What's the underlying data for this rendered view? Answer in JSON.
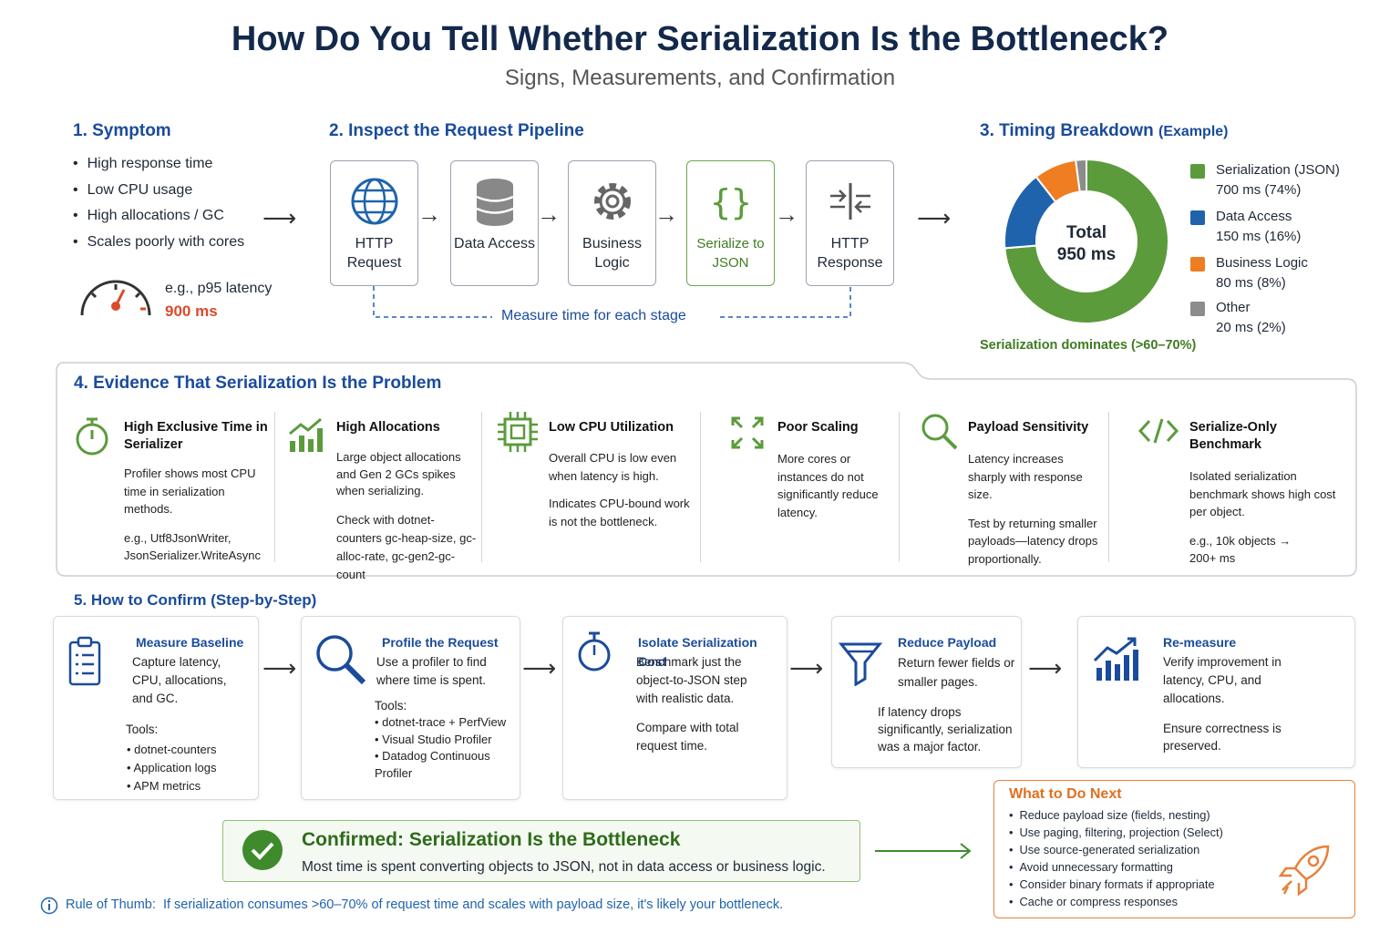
{
  "header": {
    "title": "How Do You Tell Whether Serialization Is the Bottleneck?",
    "subtitle": "Signs, Measurements, and Confirmation"
  },
  "symptom": {
    "heading": "1. Symptom",
    "items": [
      "High response time",
      "Low CPU usage",
      "High allocations / GC",
      "Scales poorly with cores"
    ],
    "latency_label": "e.g., p95 latency",
    "latency_value": "900 ms"
  },
  "pipeline": {
    "heading": "2. Inspect the Request Pipeline",
    "stages": [
      "HTTP Request",
      "Data Access",
      "Business Logic",
      "Serialize to JSON",
      "HTTP Response"
    ],
    "note": "Measure time for each stage"
  },
  "timing": {
    "heading": "3. Timing Breakdown",
    "heading_suffix": "(Example)",
    "total_label": "Total",
    "total_value": "950 ms",
    "footer": "Serialization dominates (>60–70%)",
    "items": [
      {
        "name": "Serialization (JSON)",
        "value": "700 ms (74%)",
        "color": "#5b9b3c"
      },
      {
        "name": "Data Access",
        "value": "150 ms (16%)",
        "color": "#1f63ad"
      },
      {
        "name": "Business Logic",
        "value": "80 ms (8%)",
        "color": "#ef7d22"
      },
      {
        "name": "Other",
        "value": "20 ms (2%)",
        "color": "#8c8c8c"
      }
    ]
  },
  "evidence": {
    "heading": "4. Evidence That Serialization Is the Problem",
    "items": [
      {
        "title": "High Exclusive Time in Serializer",
        "p1": "Profiler shows most CPU time in serialization methods.",
        "p2": "e.g., Utf8JsonWriter, JsonSerializer.WriteAsync"
      },
      {
        "title": "High Allocations",
        "p1": "Large object allocations and Gen 2 GCs spikes when serializing.",
        "p2": "Check with dotnet-counters gc-heap-size, gc-alloc-rate, gc-gen2-gc-count"
      },
      {
        "title": "Low CPU Utilization",
        "p1": "Overall CPU is low even when latency is high.",
        "p2": "Indicates CPU-bound work is not the bottleneck."
      },
      {
        "title": "Poor Scaling",
        "p1": "More cores or instances do not significantly reduce latency.",
        "p2": ""
      },
      {
        "title": "Payload Sensitivity",
        "p1": "Latency increases sharply with response size.",
        "p2": "Test by returning smaller payloads—latency drops proportionally."
      },
      {
        "title": "Serialize-Only Benchmark",
        "p1": "Isolated serialization benchmark shows high cost per object.",
        "p2": "e.g., 10k objects → 200+ ms"
      }
    ]
  },
  "confirm": {
    "heading": "5. How to Confirm (Step-by-Step)",
    "steps": [
      {
        "title": "Measure Baseline",
        "p1": "Capture latency, CPU, allocations, and GC.",
        "tools_label": "Tools:",
        "tools": [
          "dotnet-counters",
          "Application logs",
          "APM metrics"
        ]
      },
      {
        "title": "Profile the Request",
        "p1": "Use a profiler to find where time is spent.",
        "tools_label": "Tools:",
        "tools": [
          "dotnet-trace + PerfView",
          "Visual Studio Profiler",
          "Datadog Continuous Profiler"
        ]
      },
      {
        "title": "Isolate Serialization Cost",
        "p1": "Benchmark just the object-to-JSON step with realistic data.",
        "p2": "Compare with total request time."
      },
      {
        "title": "Reduce Payload",
        "p1": "Return fewer fields or smaller pages.",
        "p2": "If latency drops significantly, serialization was a major factor."
      },
      {
        "title": "Re-measure",
        "p1": "Verify improvement in latency, CPU, and allocations.",
        "p2": "Ensure correctness is preserved."
      }
    ]
  },
  "confirmed": {
    "title": "Confirmed: Serialization Is the Bottleneck",
    "text": "Most time is spent converting objects to JSON, not in data access or business logic."
  },
  "next": {
    "title": "What to Do Next",
    "items": [
      "Reduce payload size (fields, nesting)",
      "Use paging, filtering, projection (Select)",
      "Use source-generated serialization",
      "Avoid unnecessary formatting",
      "Consider binary formats if appropriate",
      "Cache or compress responses"
    ]
  },
  "rule": {
    "label": "Rule of Thumb:",
    "text": "If serialization consumes >60–70% of request time and scales with payload size, it's likely your bottleneck."
  }
}
